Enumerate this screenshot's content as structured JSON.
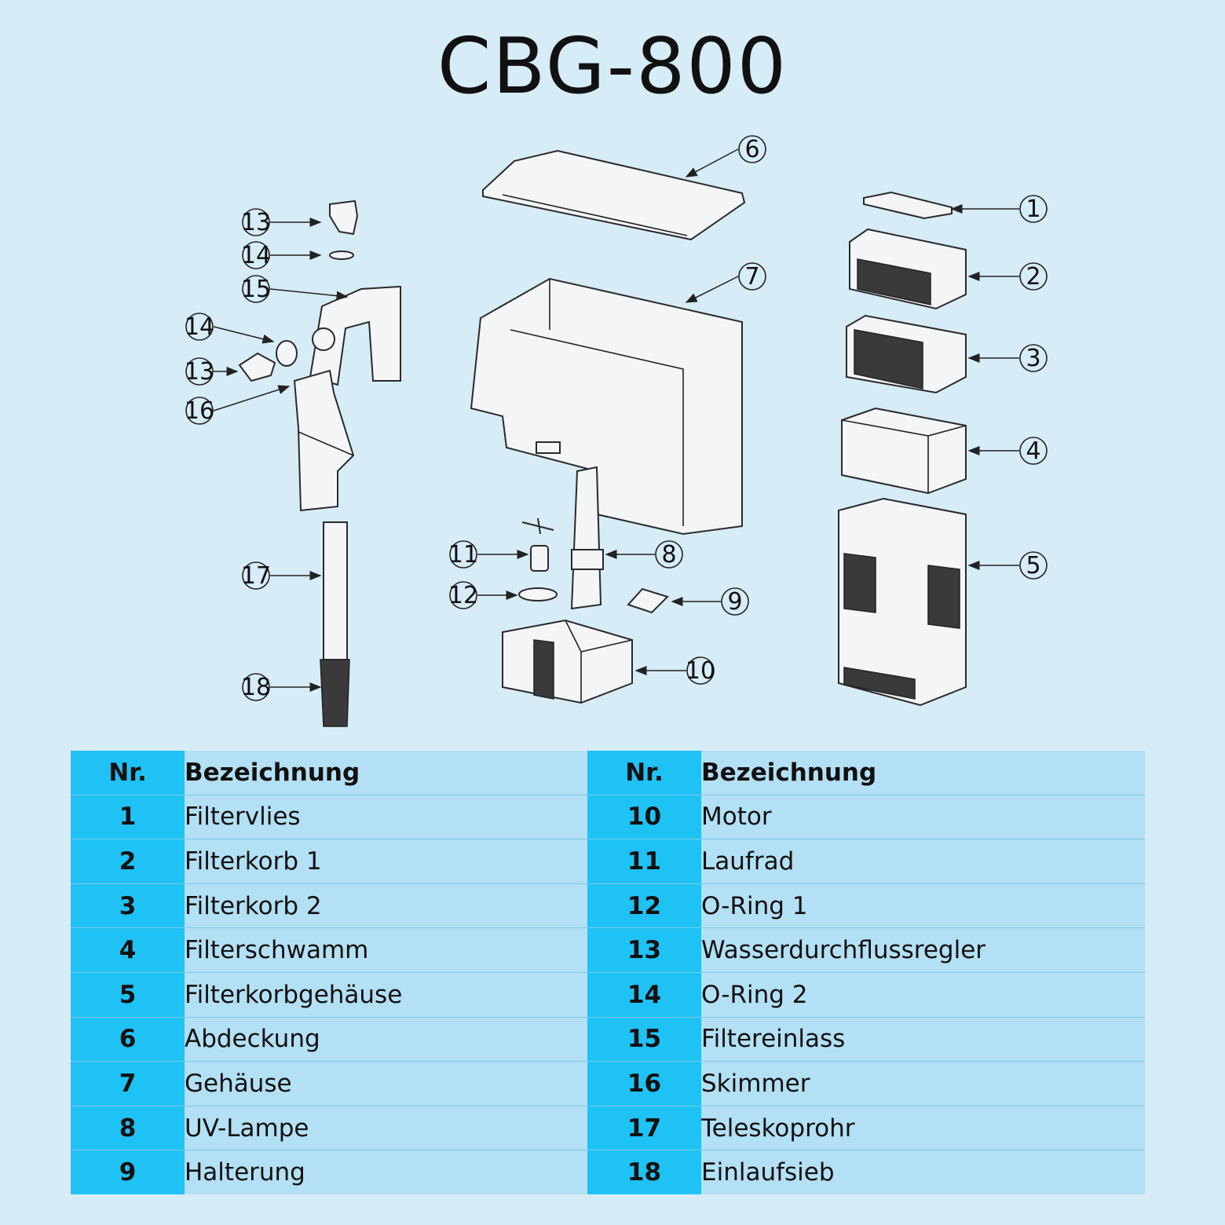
{
  "title": "CBG-800",
  "callouts": [
    "1",
    "2",
    "3",
    "4",
    "5",
    "6",
    "7",
    "8",
    "9",
    "10",
    "11",
    "12",
    "13",
    "14",
    "15",
    "16",
    "17",
    "18"
  ],
  "table": {
    "header": {
      "nr": "Nr.",
      "desc": "Bezeichnung"
    },
    "rows": [
      {
        "nr": "1",
        "desc": "Filtervlies",
        "nr2": "10",
        "desc2": "Motor"
      },
      {
        "nr": "2",
        "desc": "Filterkorb 1",
        "nr2": "11",
        "desc2": "Laufrad"
      },
      {
        "nr": "3",
        "desc": "Filterkorb 2",
        "nr2": "12",
        "desc2": "O-Ring 1"
      },
      {
        "nr": "4",
        "desc": "Filterschwamm",
        "nr2": "13",
        "desc2": "Wasserdurchflussregler"
      },
      {
        "nr": "5",
        "desc": "Filterkorbgehäuse",
        "nr2": "14",
        "desc2": "O-Ring 2"
      },
      {
        "nr": "6",
        "desc": "Abdeckung",
        "nr2": "15",
        "desc2": "Filtereinlass"
      },
      {
        "nr": "7",
        "desc": "Gehäuse",
        "nr2": "16",
        "desc2": "Skimmer"
      },
      {
        "nr": "8",
        "desc": "UV-Lampe",
        "nr2": "17",
        "desc2": "Teleskoprohr"
      },
      {
        "nr": "9",
        "desc": "Halterung",
        "nr2": "18",
        "desc2": "Einlaufsieb"
      }
    ]
  }
}
